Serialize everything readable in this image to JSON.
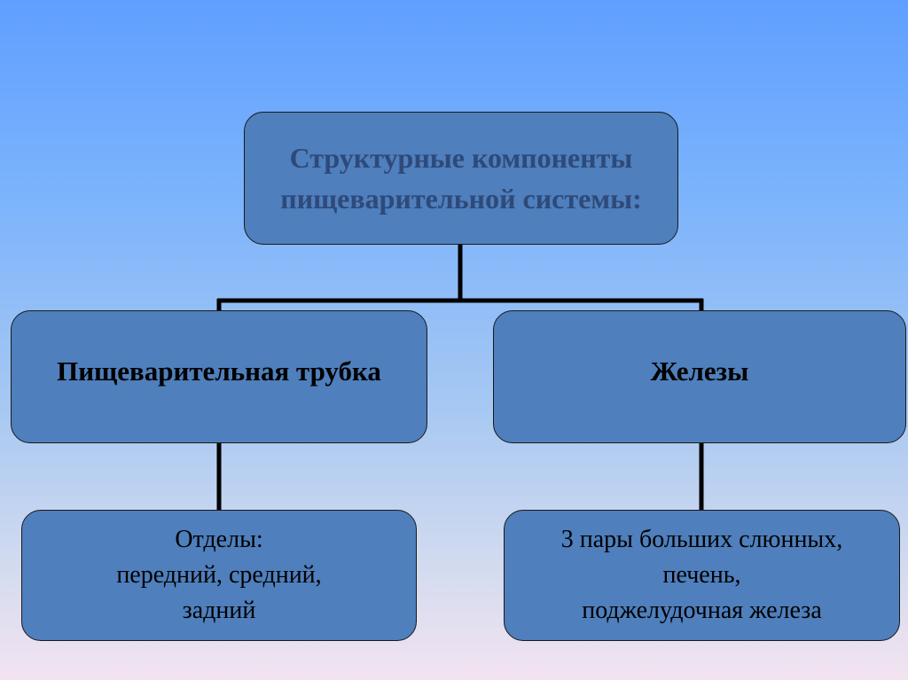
{
  "diagram": {
    "root": {
      "lines": [
        "Структурные компоненты",
        "пищеварительной системы:"
      ]
    },
    "left_branch": {
      "label": "Пищеварительная трубка",
      "detail_lines": [
        "Отделы:",
        "передний, средний,",
        "задний"
      ]
    },
    "right_branch": {
      "label": "Железы",
      "detail_lines": [
        "3 пары больших слюнных,",
        "печень,",
        "поджелудочная железа"
      ]
    }
  },
  "colors": {
    "box_fill": "#4f7fbc",
    "root_text": "#2d4a7a",
    "connector": "#000000",
    "background_top": "#5f9ffe",
    "background_bottom": "#f3e3f1"
  }
}
